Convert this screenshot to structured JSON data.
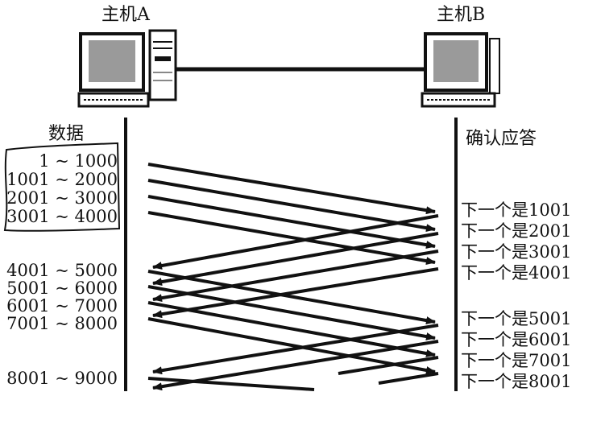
{
  "hosts": {
    "a": {
      "label": "主机A"
    },
    "b": {
      "label": "主机B"
    }
  },
  "columns": {
    "left_title": "数据",
    "right_title": "确认应答"
  },
  "data_segments": [
    "1 ~ 1000",
    "1001 ~ 2000",
    "2001 ~ 3000",
    "3001 ~ 4000",
    "4001 ~ 5000",
    "5001 ~ 6000",
    "6001 ~ 7000",
    "7001 ~ 8000",
    "8001 ~ 9000"
  ],
  "acks": [
    "下一个是1001",
    "下一个是2001",
    "下一个是3001",
    "下一个是4001",
    "下一个是5001",
    "下一个是6001",
    "下一个是7001",
    "下一个是8001"
  ],
  "colors": {
    "ink": "#111111",
    "screen": "#9a9a9a",
    "background": "#ffffff"
  }
}
